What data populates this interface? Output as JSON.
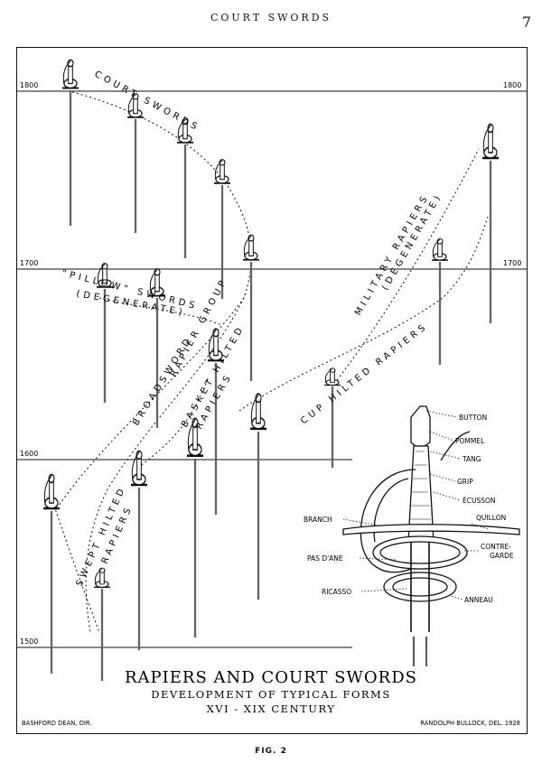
{
  "header": {
    "running_title": "COURT SWORDS",
    "page_number": "7"
  },
  "years": [
    "1800",
    "1700",
    "1600",
    "1500"
  ],
  "groups": {
    "court_swords": "COURT SWORDS",
    "military_rapiers": "MILITARY RAPIERS",
    "degenerate": "(DEGENERATE)",
    "pillow_swords": "\"PILLOW\" SWORDS",
    "rapier_group": "RAPIER GROUP",
    "broadsword": "BROADSWORD",
    "basket_hilted": "BASKET HILTED",
    "rapiers": "RAPIERS",
    "cup_hilted_rapiers": "CUP HILTED RAPIERS",
    "swept_hilted": "SWEPT HILTED",
    "swept_rapiers": "RAPIERS"
  },
  "parts": {
    "button": "BUTTON",
    "pommel": "POMMEL",
    "tang": "TANG",
    "grip": "GRIP",
    "ecusson": "ÉCUSSON",
    "quillon": "QUILLON",
    "branch": "BRANCH",
    "contre_garde_1": "CONTRE-",
    "contre_garde_2": "GARDE",
    "pas_dane": "PAS D'ANE",
    "ricasso": "RICASSO",
    "anneau": "ANNEAU"
  },
  "caption": {
    "title": "RAPIERS AND COURT SWORDS",
    "subtitle": "DEVELOPMENT OF TYPICAL FORMS",
    "century": "XVI - XIX CENTURY"
  },
  "credits": {
    "left": "BASHFORD DEAN, DIR.",
    "right": "RANDOLPH BULLOCK, DEL. 1928"
  },
  "figure_label": "FIG. 2"
}
